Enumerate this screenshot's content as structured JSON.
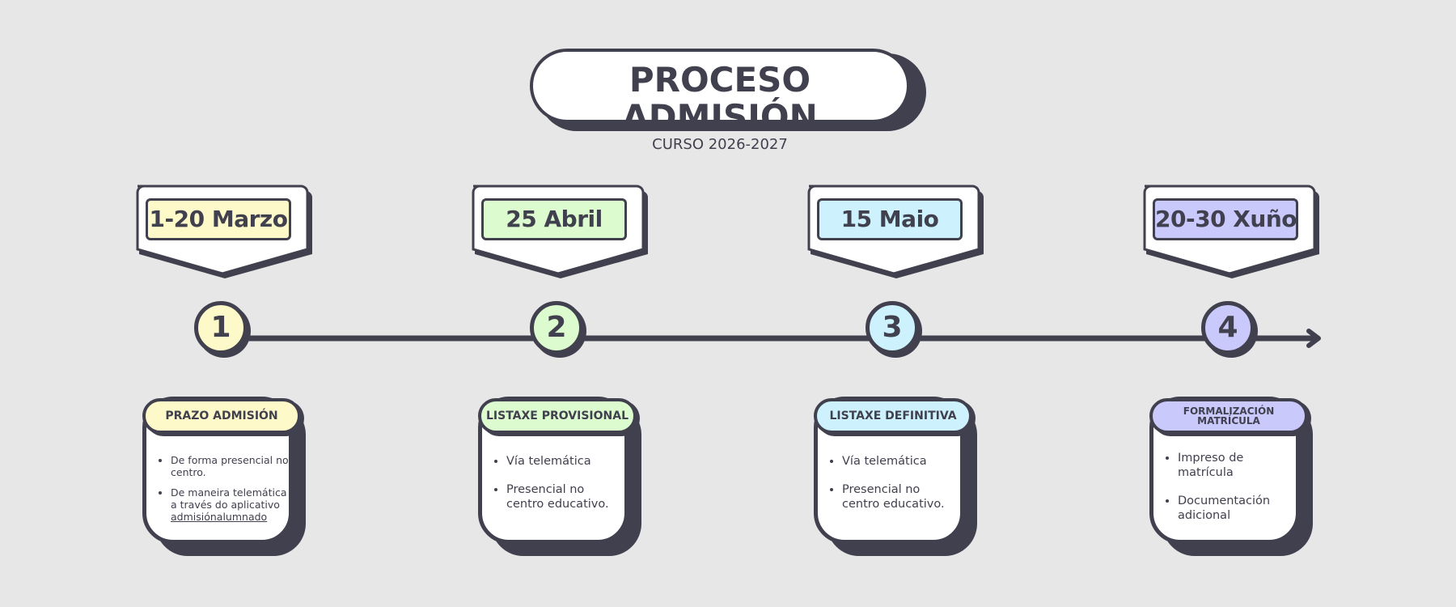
{
  "header": {
    "title": "PROCESO ADMISIÓN",
    "subtitle": "CURSO 2026-2027"
  },
  "colors": {
    "dark": "#41404e",
    "background": "#e7e7e7",
    "step1": "#fef9c8",
    "step2": "#dcfbce",
    "step3": "#cdf1fd",
    "step4": "#c9c9fc"
  },
  "steps": [
    {
      "number": "1",
      "date": "1-20 Marzo",
      "heading": "PRAZO ADMISIÓN",
      "items": [
        "De forma presencial no centro.",
        "De maneira telemática a través do aplicativo"
      ],
      "link": "admisiónalumnado"
    },
    {
      "number": "2",
      "date": "25 Abril",
      "heading": "LISTAXE PROVISIONAL",
      "items": [
        "Vía telemática",
        "Presencial no centro educativo."
      ]
    },
    {
      "number": "3",
      "date": "15 Maio",
      "heading": "LISTAXE DEFINITIVA",
      "items": [
        "Vía telemática",
        "Presencial no centro educativo."
      ]
    },
    {
      "number": "4",
      "date": "20-30 Xuño",
      "heading_line1": "FORMALIZACIÓN",
      "heading_line2": "MATRÍCULA",
      "items": [
        "Impreso de matrícula",
        "Documentación adicional"
      ]
    }
  ]
}
